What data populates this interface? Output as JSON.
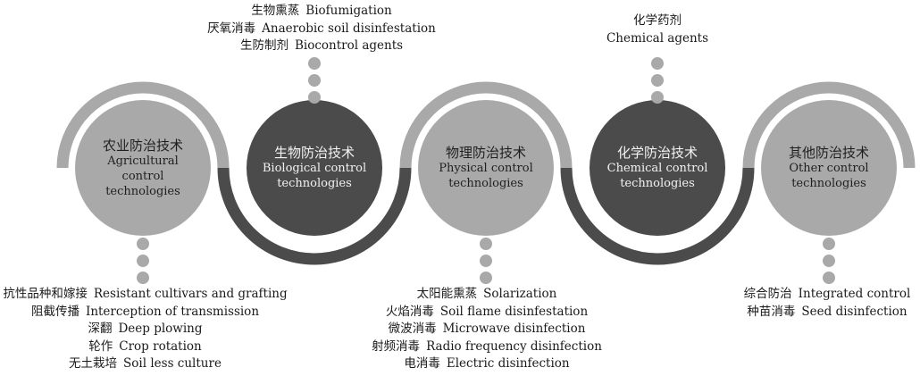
{
  "nodes": [
    {
      "cn": "农业防治技术",
      "en1": "Agricultural control",
      "en2": "technologies"
    },
    {
      "cn": "生物防治技术",
      "en1": "Biological control",
      "en2": "technologies"
    },
    {
      "cn": "物理防治技术",
      "en1": "Physical control",
      "en2": "technologies"
    },
    {
      "cn": "化学防治技术",
      "en1": "Chemical control",
      "en2": "technologies"
    },
    {
      "cn": "其他防治技术",
      "en1": "Other control",
      "en2": "technologies"
    }
  ],
  "agricultural_items": [
    {
      "cn": "抗性品种和嫁接",
      "en": "Resistant cultivars and grafting"
    },
    {
      "cn": "阻截传播",
      "en": "Interception of transmission"
    },
    {
      "cn": "深翻",
      "en": "Deep plowing"
    },
    {
      "cn": "轮作",
      "en": "Crop rotation"
    },
    {
      "cn": "无土栽培",
      "en": "Soil less culture"
    }
  ],
  "biological_items": [
    {
      "cn": "生物熏蒸",
      "en": "Biofumigation"
    },
    {
      "cn": "厌氧消毒",
      "en": "Anaerobic soil disinfestation"
    },
    {
      "cn": "生防制剂",
      "en": "Biocontrol agents"
    }
  ],
  "physical_items": [
    {
      "cn": "太阳能熏蒸",
      "en": "Solarization"
    },
    {
      "cn": "火焰消毒",
      "en": "Soil flame disinfestation"
    },
    {
      "cn": "微波消毒",
      "en": "Microwave disinfection"
    },
    {
      "cn": "射频消毒",
      "en": "Radio frequency disinfection"
    },
    {
      "cn": "电消毒",
      "en": "Electric disinfection"
    }
  ],
  "chemical_items": {
    "cn": "化学药剂",
    "en": "Chemical agents"
  },
  "other_items": [
    {
      "cn": "综合防治",
      "en": "Integrated control"
    },
    {
      "cn": "种苗消毒",
      "en": "Seed disinfection"
    }
  ],
  "colors": {
    "light_gray": "#a9a9a9",
    "dark_gray": "#4b4b4b"
  }
}
